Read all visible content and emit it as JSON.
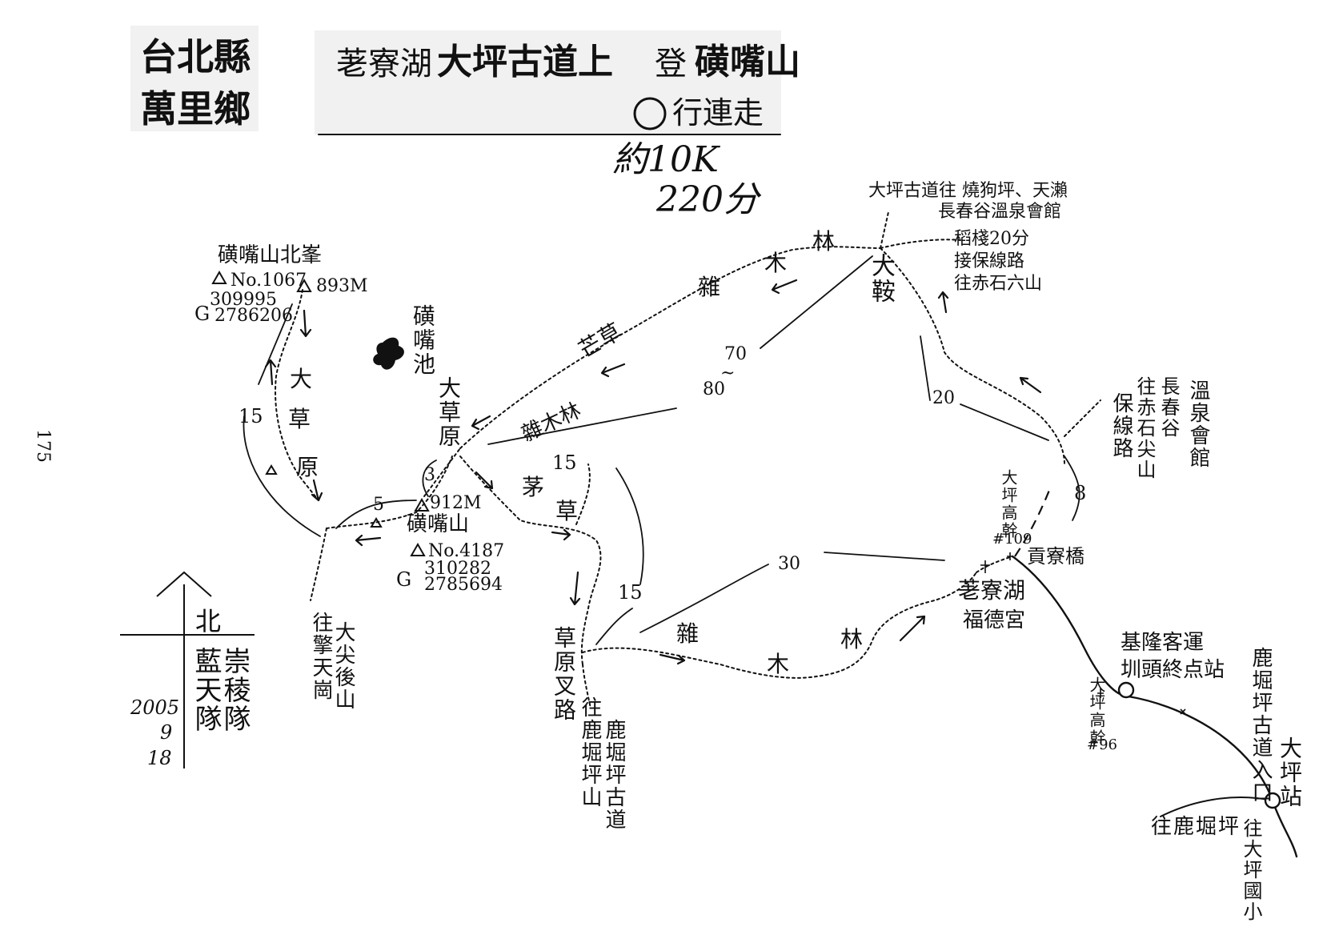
{
  "header": {
    "county": "台北縣",
    "township": "萬里鄉",
    "title_prefix": "荖寮湖",
    "title_main": "大坪古道上",
    "title_verb": "登",
    "title_peak": "磺嘴山",
    "loop_label": "行連走",
    "distance": "約10K",
    "duration": "220分"
  },
  "page_number": "175",
  "peaks": {
    "north_peak": {
      "name": "磺嘴山北峯",
      "marker": "No.1067",
      "elevation": "893M",
      "grid_e": "309995",
      "grid_n": "2786206"
    },
    "main_peak": {
      "name": "磺嘴山",
      "marker": "No.4187",
      "elevation": "912M",
      "grid_e": "310282",
      "grid_n": "2785694"
    }
  },
  "places": {
    "pond": "磺嘴池",
    "dacaoyuan": "大草原",
    "daan": "大鞍",
    "grass_junction": "草原叉路",
    "laoliaohu": "荖寮湖",
    "fude_temple": "福德宮",
    "gongliao_bridge": "貢寮橋",
    "bus_terminal_line1": "基隆客運",
    "bus_terminal_line2": "圳頭終点站",
    "daping_station": "大坪站",
    "lukuping_trail": "鹿堀坪古道入口",
    "to_lukuping": "往鹿堀坪",
    "to_daping_school": "往大坪國小",
    "to_qingtiangang": "往擎天崗",
    "to_dajian": "大尖後山",
    "to_lukuping_mtn": "往鹿堀坪山",
    "lukuping_old_trail": "鹿堀坪古道"
  },
  "terrain": {
    "grass_1": "大",
    "grass_2": "草",
    "grass_3": "原",
    "mao_1": "茅",
    "mao_2": "草",
    "mao_3": "芒草",
    "zamulin": "雜木林",
    "za": "雜",
    "mu": "木",
    "lin": "林",
    "za2": "雜",
    "mu2": "木",
    "lin2": "林"
  },
  "daan_note": {
    "line1": "大坪古道往 燒狗坪、天瀨",
    "line2": "長春谷溫泉會館",
    "line3": "稻棧20分",
    "line4": "接保線路",
    "line5": "往赤石六山"
  },
  "right_labels": {
    "col1": "保線路",
    "col2": "往赤石尖山",
    "col3": "長春谷",
    "col4": "溫泉會館"
  },
  "poles": {
    "pole_109_name": "大坪高幹",
    "pole_109_no": "#109",
    "pole_96_name": "大坪高幹",
    "pole_96_no": "#96"
  },
  "times": {
    "t15_left": "15",
    "t5": "5",
    "t3": "3",
    "t15_mid": "15",
    "t15_lower": "15",
    "t70": "70",
    "t_tilde": "~",
    "t80": "80",
    "t20": "20",
    "t8": "8",
    "t30": "30"
  },
  "compass": {
    "north": "北"
  },
  "credits": {
    "team_a": "藍天隊",
    "team_b": "崇稜隊",
    "date_year": "2005",
    "date_month": "9",
    "date_day": "18"
  },
  "colors": {
    "ink": "#111111",
    "paper": "#ffffff",
    "shade": "#f1f1f1"
  }
}
